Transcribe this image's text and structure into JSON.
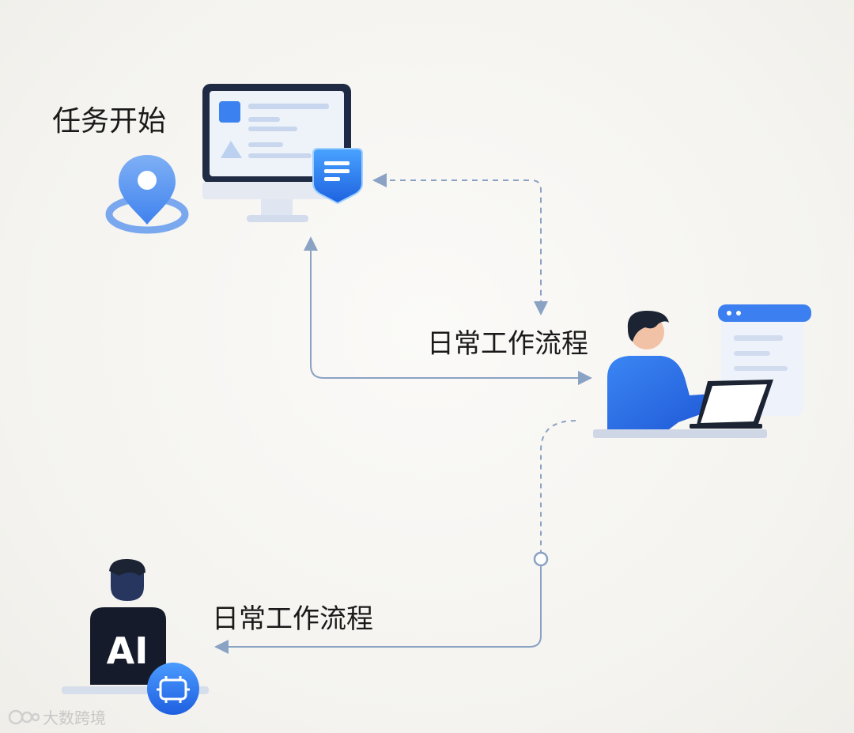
{
  "labels": {
    "task_start": "任务开始",
    "daily_workflow_top": "日常工作流程",
    "daily_workflow_bottom": "日常工作流程"
  },
  "ai_badge": {
    "text": "AI"
  },
  "watermark": {
    "text": "大数跨境"
  },
  "colors": {
    "primary_blue": "#2f6ff0",
    "light_blue": "#8fb4ee",
    "connector": "#8aa2c3",
    "dark_navy": "#1c2433",
    "monitor_frame": "#1f2a44"
  }
}
